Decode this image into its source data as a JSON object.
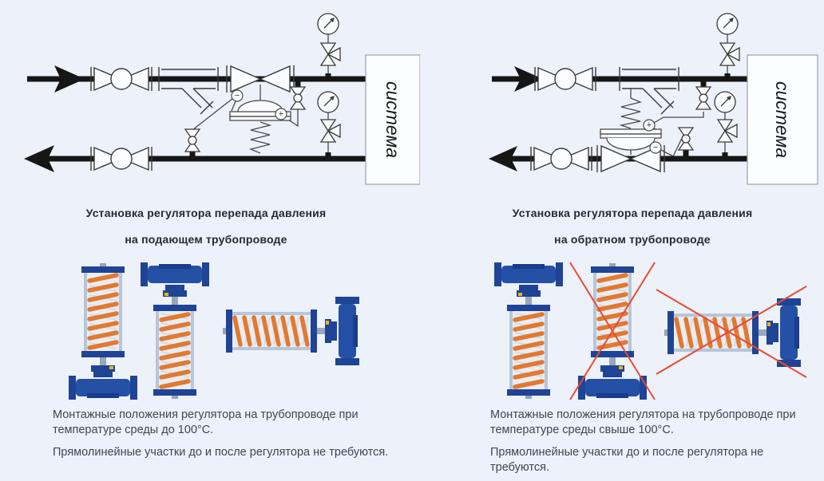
{
  "colors": {
    "background": "#edf1f9",
    "schematic_line": "#3a3a3a",
    "pipe": "#161616",
    "caption_text": "#232b36",
    "body_text": "#3d4754",
    "valve_body_blue": "#1f4496",
    "spring_orange": "#e2792f",
    "prohibited_cross_red": "#e84b32",
    "system_box_fill": "#fcfdff"
  },
  "panels": [
    {
      "id": "supply-pipeline",
      "diagram": {
        "system_label": "система",
        "plus_label": "+",
        "minus_label": "−"
      },
      "caption_line1": "Установка регулятора перепада давления",
      "caption_line2": "на подающем трубопроводе",
      "notes": [
        "Монтажные положения регулятора на трубопроводе при температуре среды до 100°С.",
        "Прямолинейные участки до и после регулятора не требуются."
      ]
    },
    {
      "id": "return-pipeline",
      "diagram": {
        "system_label": "система",
        "plus_label": "+",
        "minus_label": "−"
      },
      "caption_line1": "Установка регулятора перепада давления",
      "caption_line2": "на обратном трубопроводе",
      "notes": [
        "Монтажные положения регулятора на трубопроводе при температуре среды свыше 100°С.",
        "Прямолинейные участки до и после регулятора не требуются."
      ]
    }
  ]
}
